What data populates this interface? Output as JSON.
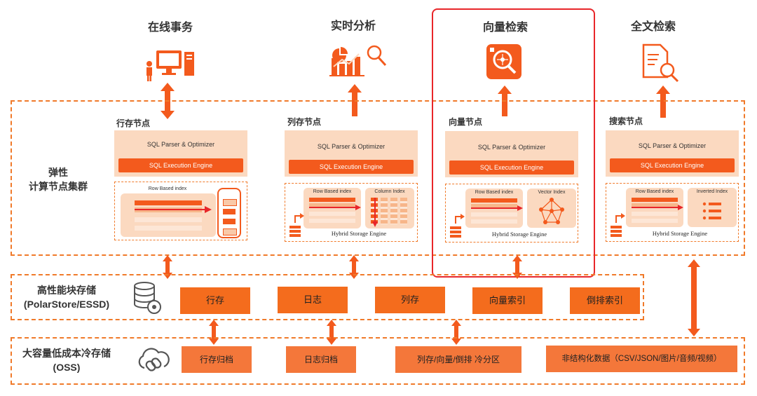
{
  "top_labels": [
    "在线事务",
    "实时分析",
    "向量检索",
    "全文检索"
  ],
  "elastic_cluster_label": [
    "弹性",
    "计算节点集群"
  ],
  "nodes": [
    {
      "title": "行存节点",
      "parser": "SQL Parser & Optimizer",
      "engine": "SQL Execution Engine",
      "index1": "Row Based index"
    },
    {
      "title": "列存节点",
      "parser": "SQL Parser & Optimizer",
      "engine": "SQL  Execution Engine",
      "index1": "Row Based index",
      "index2": "Column Index",
      "storage": "Hybrid Storage  Engine"
    },
    {
      "title": "向量节点",
      "parser": "SQL Parser & Optimizer",
      "engine": "SQL  Execution Engine",
      "index1": "Row Based index",
      "index2": "Vector Index",
      "storage": "Hybrid Storage  Engine"
    },
    {
      "title": "搜索节点",
      "parser": "SQL Parser & Optimizer",
      "engine": "SQL  Execution Engine",
      "index1": "Row Based index",
      "index2": "Inverted  Index",
      "storage": "Hybrid Storage  Engine"
    }
  ],
  "block_storage": {
    "label": [
      "高性能块存储",
      "(PolarStore/ESSD)"
    ],
    "items": [
      "行存",
      "日志",
      "列存",
      "向量索引",
      "倒排索引"
    ]
  },
  "cold_storage": {
    "label": [
      "大容量低成本冷存储",
      "(OSS)"
    ],
    "items": [
      "行存归档",
      "日志归档",
      "列存/向量/倒排 冷分区",
      "非结构化数据（CSV/JSON/图片/音频/视频）"
    ]
  },
  "colors": {
    "accent": "#f35a1d",
    "light": "#fbd9c0",
    "dash": "#f07a2a",
    "highlight": "#e8262a"
  },
  "icons": [
    "user-computer-icon",
    "analytics-chart-icon",
    "vector-search-icon",
    "document-search-icon",
    "database-gear-icon",
    "cloud-link-icon"
  ]
}
